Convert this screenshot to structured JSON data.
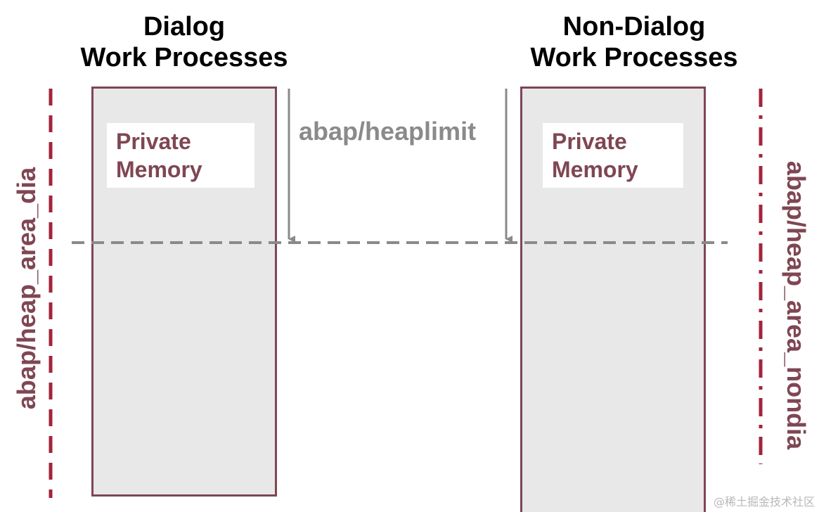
{
  "headings": {
    "dialog": [
      "Dialog",
      "Work Processes"
    ],
    "nondialog": [
      "Non-Dialog",
      "Work Processes"
    ]
  },
  "memory_labels": {
    "dialog": [
      "Private",
      "Memory"
    ],
    "nondialog": [
      "Private",
      "Memory"
    ]
  },
  "heaplimit_label": "abap/heaplimit",
  "side_labels": {
    "left": "abap/heap_area_dia",
    "right": "abap/heap_area_nondia"
  },
  "watermark": "@稀土掘金技术社区",
  "colors": {
    "accent": "#7f4653",
    "box_fill": "#e8e8e8",
    "limit_line": "#8a8a8a"
  }
}
